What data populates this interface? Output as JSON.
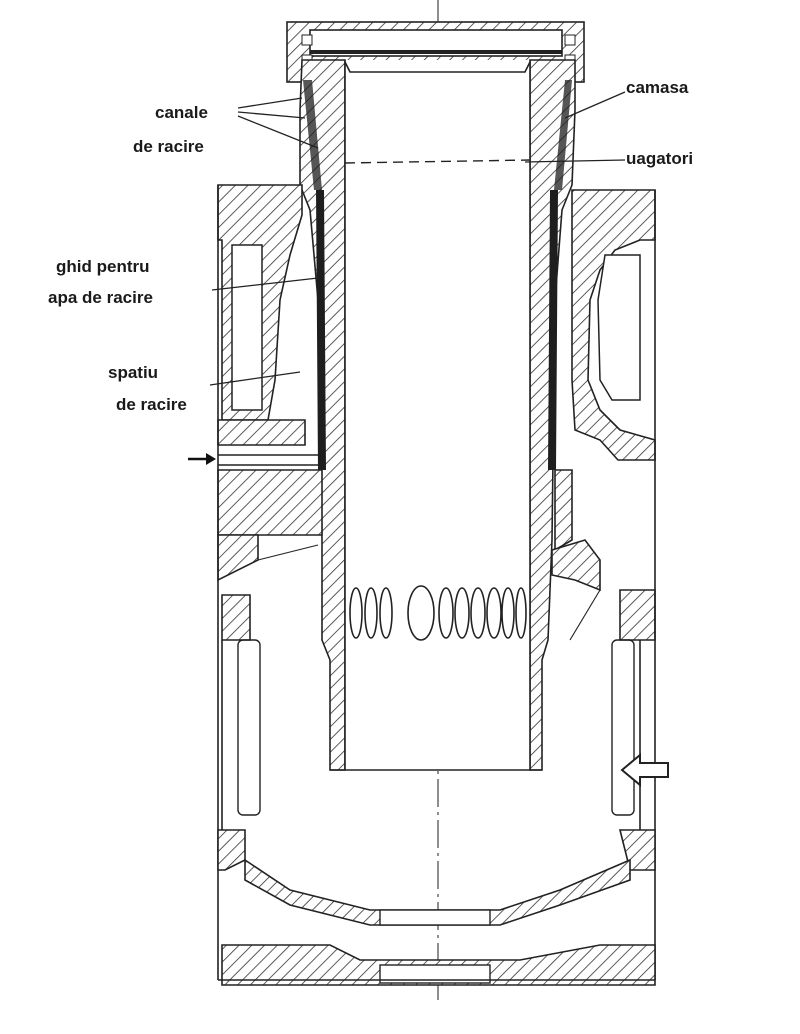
{
  "labels": {
    "canale": "canale",
    "de_racire_1": "de racire",
    "camasa": "camasa",
    "uagatori": "uagatori",
    "ghid": "ghid pentru",
    "apa": "apa de racire",
    "spatiu": "spatiu",
    "de_racire_2": "de racire"
  },
  "colors": {
    "ink": "#222222",
    "paper": "#ffffff"
  },
  "icons": {
    "inlet_arrow_left": "arrow-right-icon",
    "inlet_arrow_right": "arrow-left-outline-icon"
  }
}
